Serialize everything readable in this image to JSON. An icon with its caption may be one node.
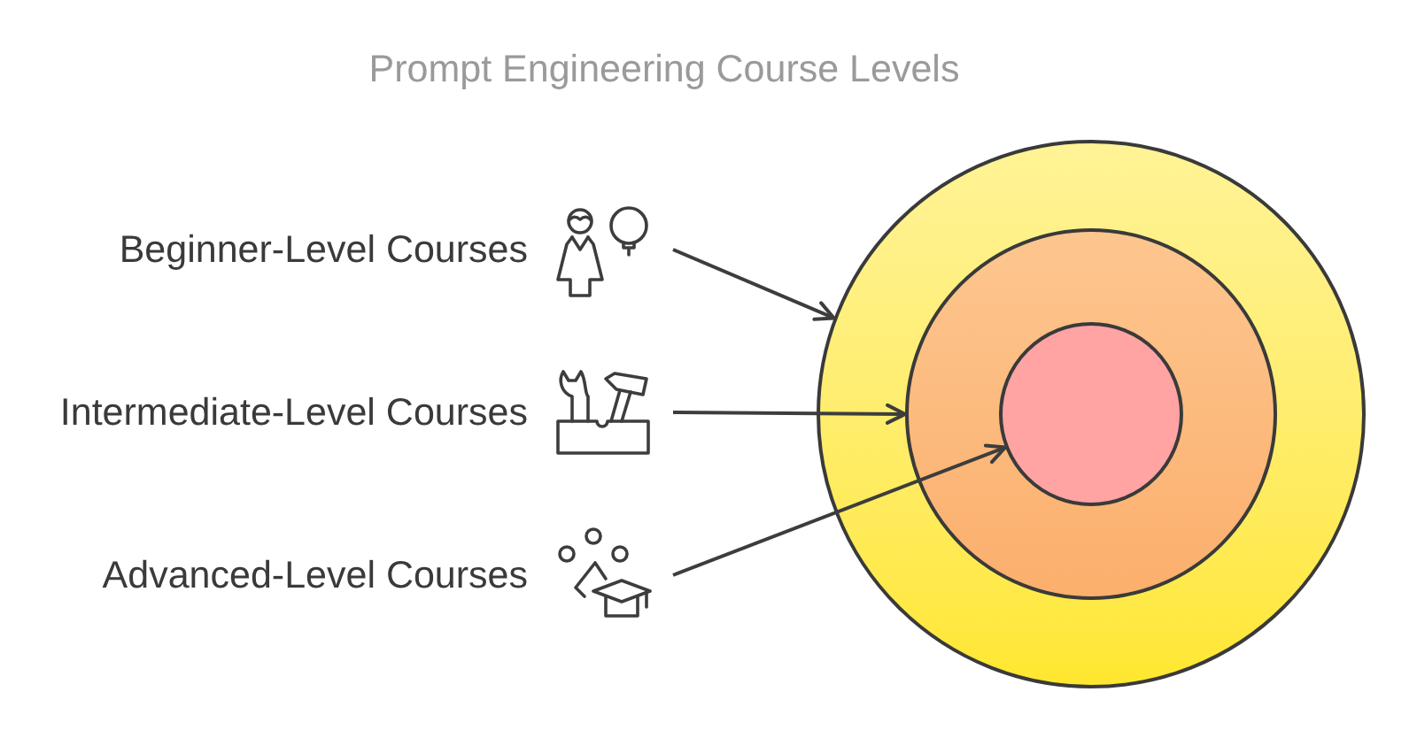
{
  "diagram": {
    "title": "Prompt Engineering Course Levels",
    "nodes": [
      {
        "text": [
          "Beginner-Level Courses"
        ]
      },
      {
        "text": [
          "Intermediate-Level Courses"
        ]
      },
      {
        "text": [
          "Advanced-Level Courses"
        ]
      },
      {
        "text": [],
        "shape": "circle"
      },
      {
        "text": [],
        "shape": "circle",
        "in": 3
      },
      {
        "text": [],
        "shape": "circle",
        "in": 4
      }
    ],
    "edges": [
      {
        "from": 0,
        "to": 3,
        "arrow": "to"
      },
      {
        "from": 1,
        "to": 4,
        "arrow": "to"
      },
      {
        "from": 2,
        "to": 5,
        "arrow": "to"
      }
    ]
  }
}
